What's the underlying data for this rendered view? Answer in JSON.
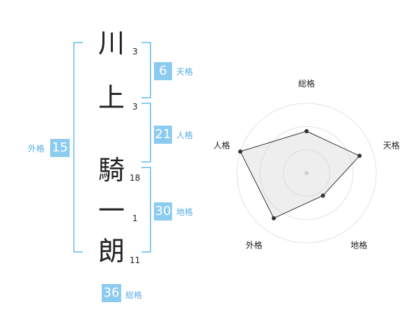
{
  "name_chars": [
    {
      "char": "川",
      "strokes": "3"
    },
    {
      "char": "上",
      "strokes": "3"
    },
    {
      "char": "騎",
      "strokes": "18"
    },
    {
      "char": "一",
      "strokes": "1"
    },
    {
      "char": "朗",
      "strokes": "11"
    }
  ],
  "kaku": {
    "tenkaku": {
      "value": "6",
      "label": "天格"
    },
    "jinkaku": {
      "value": "21",
      "label": "人格"
    },
    "chikaku": {
      "value": "30",
      "label": "地格"
    },
    "gaikaku": {
      "value": "15",
      "label": "外格"
    },
    "soukaku": {
      "value": "36",
      "label": "総格"
    }
  },
  "colors": {
    "accent": "#8ccbf0",
    "label_text": "#5aaee4"
  },
  "chart_data": {
    "type": "radar",
    "axes": [
      "総格",
      "天格",
      "地格",
      "外格",
      "人格"
    ],
    "values": [
      3,
      4,
      2,
      4,
      5
    ],
    "range": [
      0,
      5
    ],
    "rings": 3
  }
}
